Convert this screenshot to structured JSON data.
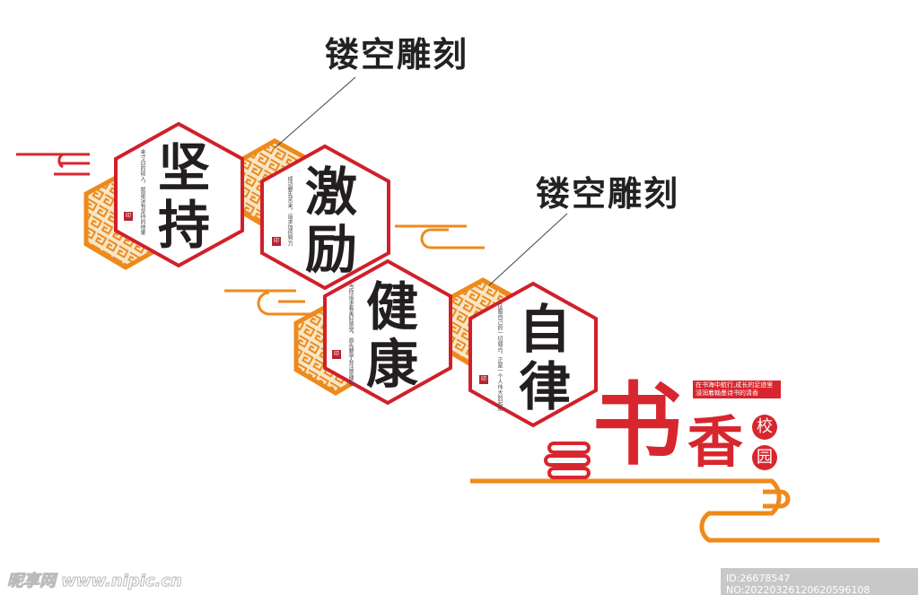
{
  "labels": {
    "top": "镂空雕刻",
    "middle": "镂空雕刻"
  },
  "panels": [
    {
      "title": "坚持",
      "poem": "来寸白的硕入，就是没有坚持的结果",
      "seal": "印"
    },
    {
      "title": "激励",
      "poem": "成功要先苦来，追求加倍努力",
      "seal": "印"
    },
    {
      "title": "健康",
      "poem": "当你追求着美好感觉，首先要学会注意健身",
      "seal": "印"
    },
    {
      "title": "自律",
      "poem": "征服自己的一切弱点，正是一个人伟大的起始",
      "seal": "印"
    }
  ],
  "brand": {
    "title1": "书",
    "title2": "香",
    "c1": "校",
    "c2": "园",
    "tagline": "在书海中航行,成长的足迹里浸润着翰墨诗书的清香"
  },
  "watermark": {
    "site": "昵享网 www.nipic.cn",
    "id": "ID:26678547 NO:20220326120620596108"
  },
  "colors": {
    "red": "#d8262e",
    "orange": "#ee8a1c"
  }
}
